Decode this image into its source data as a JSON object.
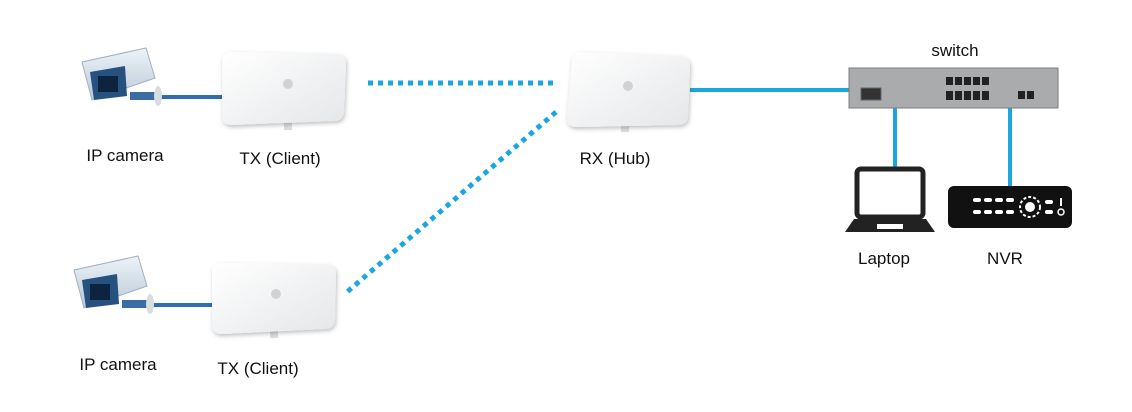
{
  "labels": {
    "camera1": "IP camera",
    "tx1": "TX (Client)",
    "rx": "RX (Hub)",
    "switch": "switch",
    "laptop": "Laptop",
    "nvr": "NVR",
    "camera2": "IP camera",
    "tx2": "TX (Client)"
  },
  "colors": {
    "wireless_link": "#1aa7e0",
    "wired_link": "#1aa7e0",
    "camera_cable": "#2f6db0"
  }
}
